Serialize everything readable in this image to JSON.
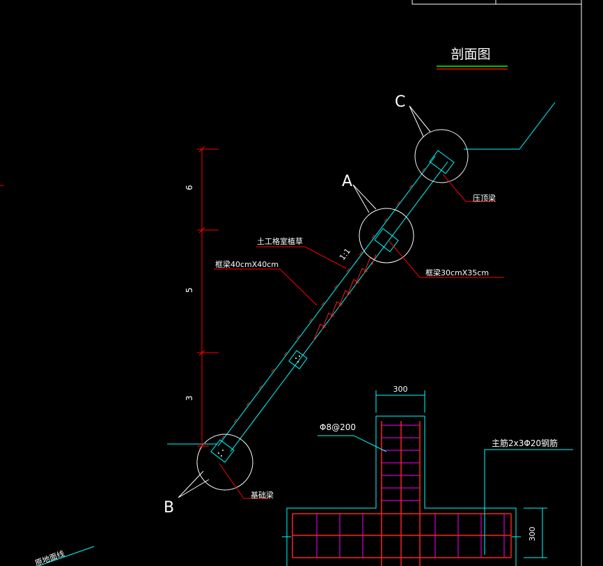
{
  "title": "剖面图",
  "labels": {
    "point_c": "C",
    "point_a": "A",
    "point_b": "B",
    "crown_beam": "压顶梁",
    "grid_beam_right": "框梁30cmX35cm",
    "geotextile": "土工格室植草",
    "slope_ratio": "1:1",
    "grid_beam_left": "框梁40cmX40cm",
    "foundation_beam": "基础梁",
    "ground_line": "原地面线",
    "dim_top": "6",
    "dim_mid": "5",
    "dim_bottom": "3",
    "dim_width": "300",
    "dim_height": "300",
    "stirrup": "Φ8@200",
    "main_rebar": "主筋2x3Φ20钢筋"
  },
  "colors": {
    "background": "#000000",
    "outline": "#00ffff",
    "rebar_main": "#ff2020",
    "rebar_stirrup": "#ff00ff",
    "text": "#ffffff",
    "dimension": "#ff0000",
    "leader": "#ff0000",
    "frame": "#ffffff",
    "underline_green": "#00ff00",
    "underline_red": "#ff0000"
  }
}
